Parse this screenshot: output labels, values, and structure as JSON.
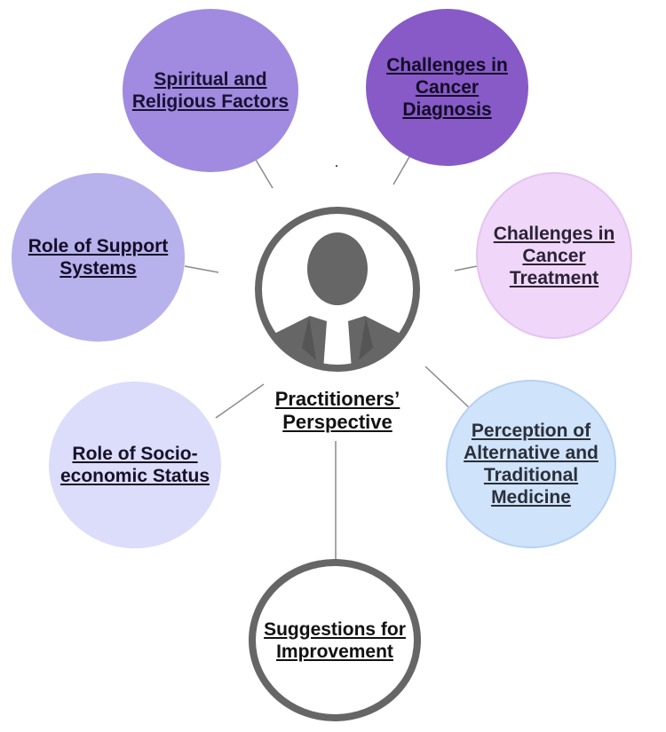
{
  "center": {
    "title": "Practitioners’ Perspective",
    "icon": "person-icon"
  },
  "nodes": {
    "spiritual": "Spiritual and Religious Factors",
    "diagnosis": "Challenges in Cancer Diagnosis",
    "treatment": "Challenges in Cancer Treatment",
    "support": "Role of Support Systems",
    "socio": "Role of Socio-economic Status",
    "perception": "Perception of Alternative and Traditional Medicine",
    "suggestions": "Suggestions for Improvement"
  },
  "colors": {
    "spiritual": "#a08be0",
    "diagnosis": "#875ac8",
    "treatment": "#f0d7f9",
    "support": "#b7b1ec",
    "socio": "#dcdcfb",
    "perception": "#cfe3fb",
    "suggestions_ring": "#666666",
    "connector": "#8a8a8a",
    "icon": "#666666"
  }
}
